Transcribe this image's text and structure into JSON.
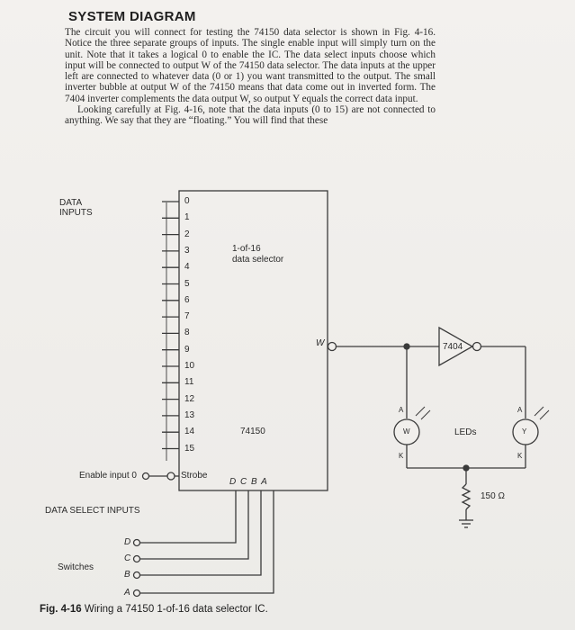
{
  "heading": "SYSTEM DIAGRAM",
  "paragraphs": [
    "The circuit you will connect for testing the 74150 data selector is shown in Fig. 4-16. Notice the three separate groups of inputs. The single enable input will simply turn on the unit. Note that it takes a logical 0 to enable the IC. The data select inputs choose which input will be connected to output W of the 74150 data selector. The data inputs at the upper left are connected to whatever data (0 or 1) you want transmitted to the output. The small inverter bubble at output W of the 74150 means that data come out in inverted form. The 7404 inverter complements the data output W, so output Y equals the correct data input.",
    "Looking carefully at Fig. 4-16, note that the data inputs (0 to 15) are not connected to anything. We say that they are “floating.” You will find that these"
  ],
  "diagram": {
    "data_inputs_label_line1": "DATA",
    "data_inputs_label_line2": "INPUTS",
    "pins": [
      "0",
      "1",
      "2",
      "3",
      "4",
      "5",
      "6",
      "7",
      "8",
      "9",
      "10",
      "11",
      "12",
      "13",
      "14",
      "15"
    ],
    "chip_function": "1-of-16",
    "chip_function_line2": "data selector",
    "chip_part": "74150",
    "output_pin": "W",
    "select_pins": "D  C  B  A",
    "enable_label": "Enable input 0",
    "strobe_label": "Strobe",
    "inverter_label": "7404",
    "led_w": "W",
    "led_y": "Y",
    "anode": "A",
    "cathode": "K",
    "leds_label": "LEDs",
    "resistor_label": "150 Ω",
    "data_select_label": "DATA SELECT INPUTS",
    "switches_label": "Switches",
    "switch_d": "D",
    "switch_c": "C",
    "switch_b": "B",
    "switch_a": "A"
  },
  "caption_number": "Fig. 4-16",
  "caption_text": "Wiring a 74150 1-of-16 data selector IC."
}
